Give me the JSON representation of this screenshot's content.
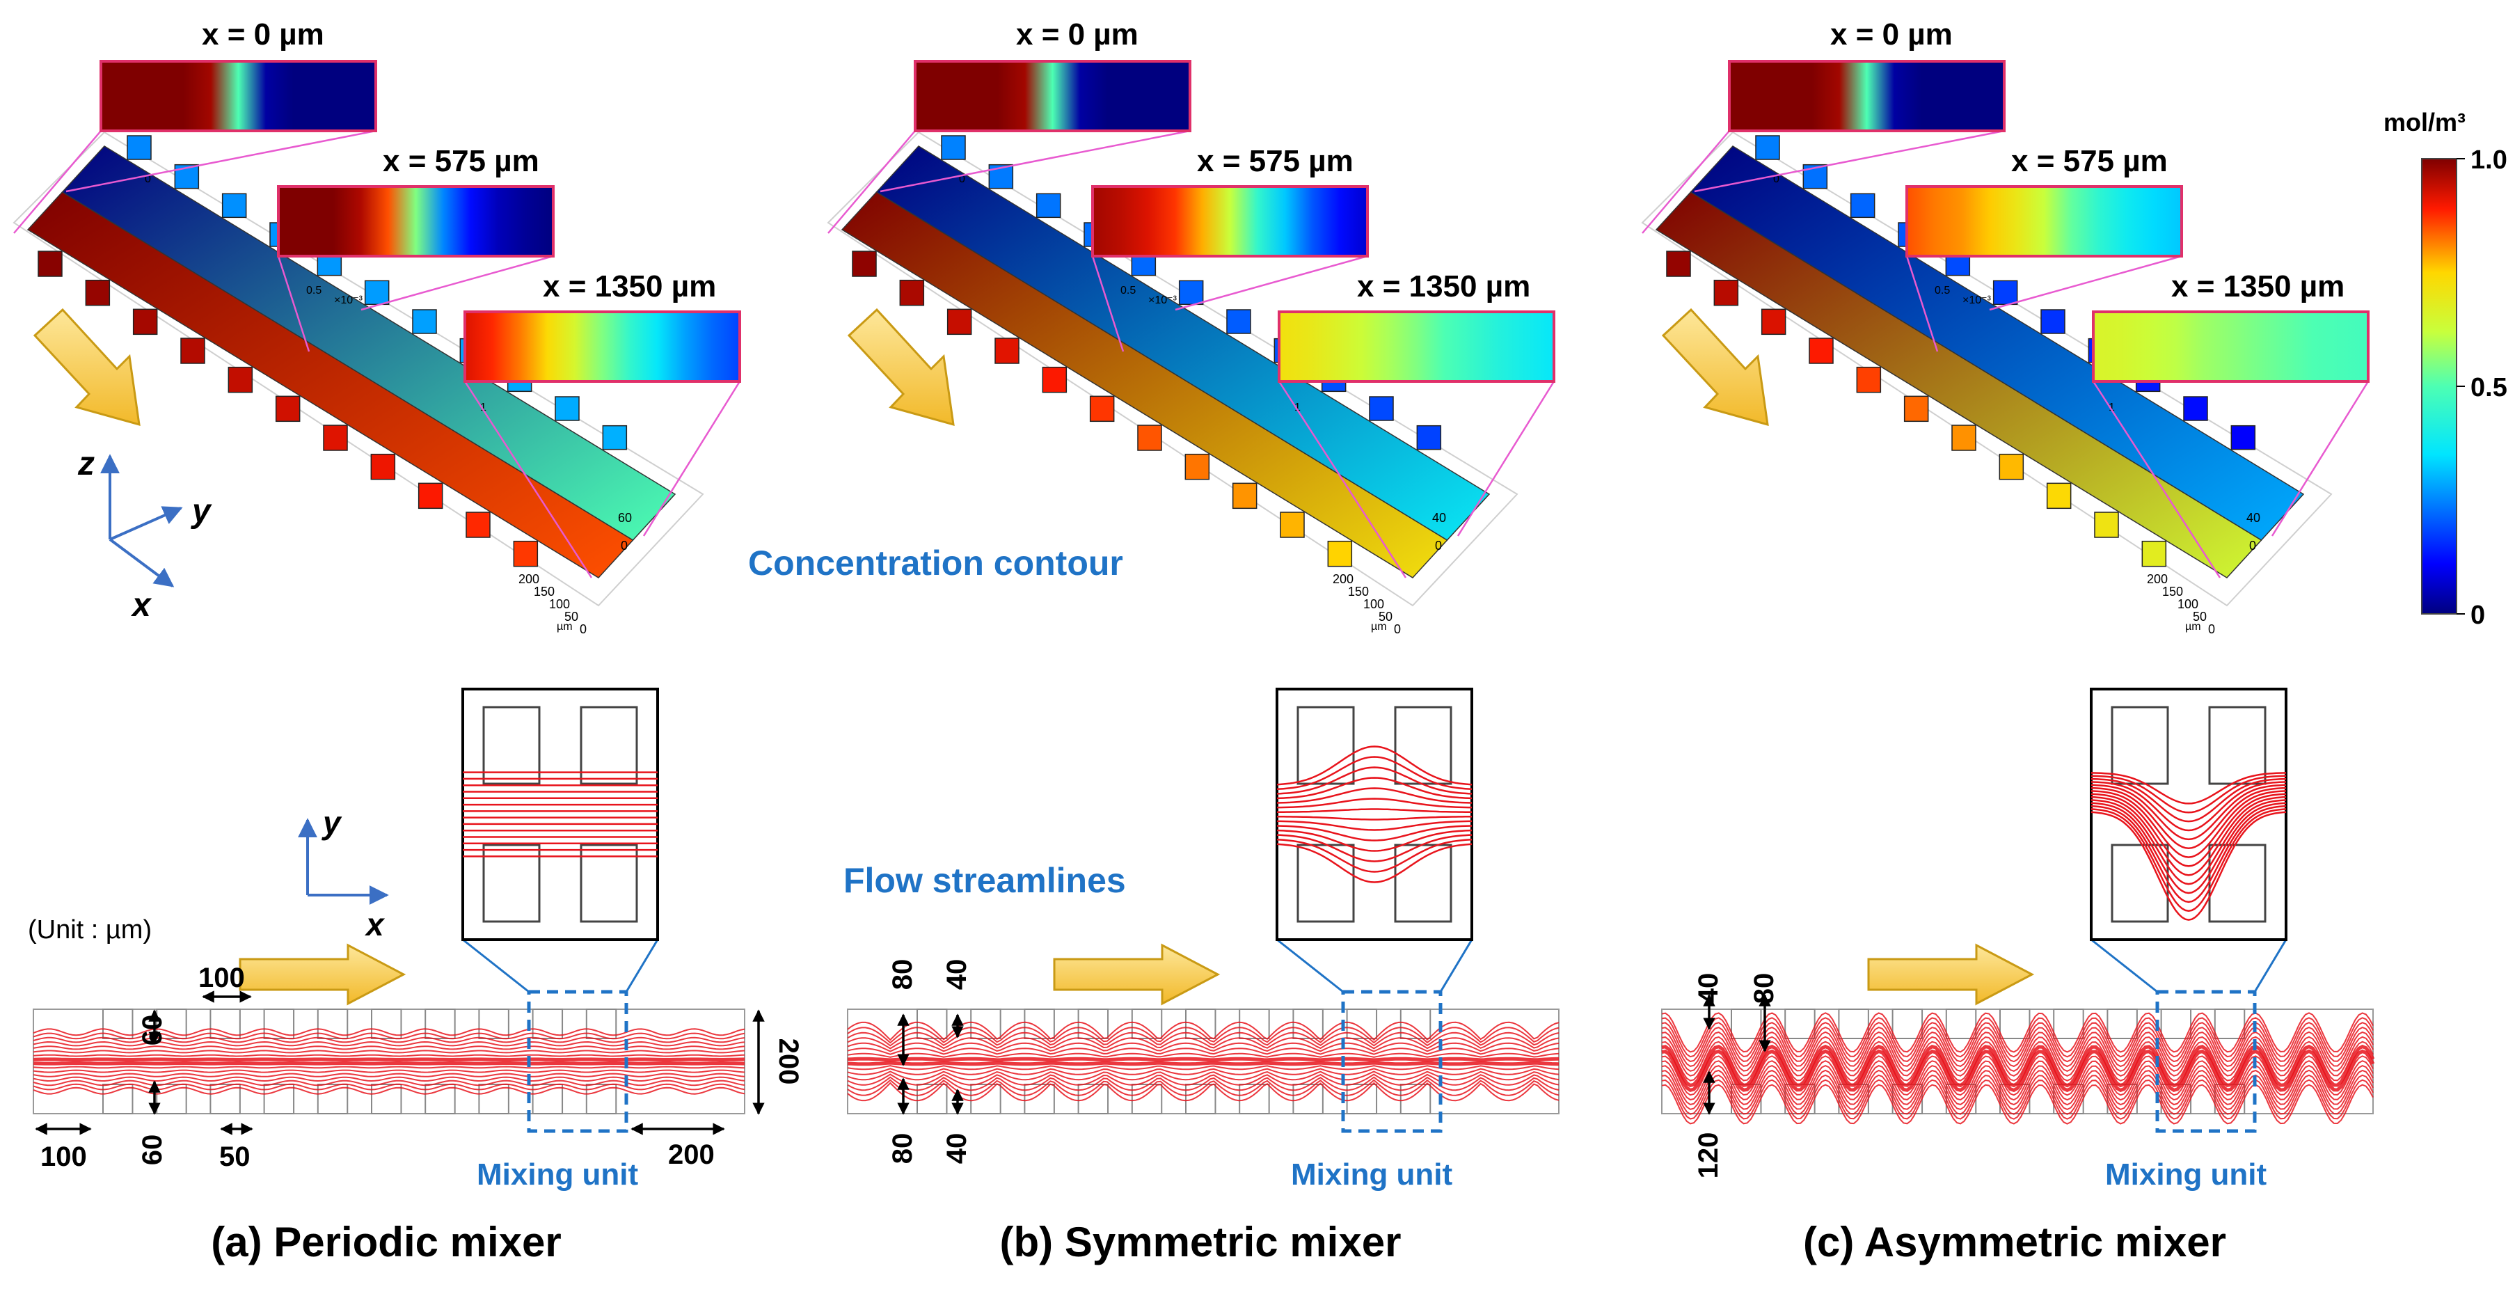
{
  "panels": [
    {
      "id": "a",
      "caption": "(a) Periodic mixer",
      "slices": [
        "x = 0 µm",
        "x = 575 µm",
        "x = 1350 µm"
      ],
      "slice_values": [
        [
          1.0,
          1.0,
          1.0,
          1.0,
          0.97,
          0.5,
          0.03,
          0.0,
          0.0,
          0.0,
          0.0
        ],
        [
          1.0,
          1.0,
          1.0,
          0.96,
          0.85,
          0.55,
          0.25,
          0.12,
          0.05,
          0.02,
          0.0
        ],
        [
          0.92,
          0.88,
          0.82,
          0.74,
          0.65,
          0.55,
          0.45,
          0.36,
          0.28,
          0.22,
          0.18
        ]
      ],
      "channel_start_value": 1.0,
      "channel_end_value": 0.85,
      "axis_ticks": {
        "width": [
          "0",
          "0.5",
          "1"
        ],
        "height": [
          "60",
          "0"
        ],
        "length": [
          "0",
          "50",
          "100",
          "150",
          "200"
        ],
        "unit": "µm",
        "scale": "×10⁻³"
      },
      "dims": {
        "unit": "(Unit : µm)",
        "groove_depth_top": "60",
        "groove_depth_bottom": "60",
        "groove_width": "100",
        "inlet_length": "100",
        "groove_spacing": "50",
        "outlet_length": "200",
        "channel_width": "200"
      },
      "mixing_label": "Mixing unit"
    },
    {
      "id": "b",
      "caption": "(b) Symmetric mixer",
      "slices": [
        "x = 0 µm",
        "x = 575 µm",
        "x = 1350 µm"
      ],
      "slice_values": [
        [
          1.0,
          1.0,
          1.0,
          1.0,
          0.97,
          0.5,
          0.03,
          0.0,
          0.0,
          0.0,
          0.0
        ],
        [
          0.97,
          0.95,
          0.92,
          0.87,
          0.78,
          0.62,
          0.45,
          0.32,
          0.2,
          0.12,
          0.07
        ],
        [
          0.72,
          0.7,
          0.67,
          0.63,
          0.59,
          0.55,
          0.5,
          0.46,
          0.42,
          0.39,
          0.36
        ]
      ],
      "channel_start_value": 1.0,
      "channel_end_value": 0.72,
      "axis_ticks": {
        "width": [
          "0",
          "0.5",
          "1"
        ],
        "height": [
          "40",
          "0"
        ],
        "length": [
          "0",
          "50",
          "100",
          "150",
          "200"
        ],
        "unit": "µm",
        "scale": "×10⁻³"
      },
      "dims": {
        "groove_depth_top_outer": "80",
        "groove_depth_top_inner": "40",
        "groove_depth_bottom_outer": "80",
        "groove_depth_bottom_inner": "40"
      },
      "mixing_label": "Mixing unit"
    },
    {
      "id": "c",
      "caption": "(c) Asymmetric mixer",
      "slices": [
        "x = 0 µm",
        "x = 575 µm",
        "x = 1350 µm"
      ],
      "slice_values": [
        [
          1.0,
          1.0,
          1.0,
          1.0,
          0.97,
          0.5,
          0.03,
          0.0,
          0.0,
          0.0,
          0.0
        ],
        [
          0.85,
          0.82,
          0.8,
          0.76,
          0.7,
          0.62,
          0.52,
          0.44,
          0.38,
          0.34,
          0.32
        ],
        [
          0.66,
          0.65,
          0.63,
          0.61,
          0.58,
          0.56,
          0.54,
          0.52,
          0.5,
          0.49,
          0.48
        ]
      ],
      "channel_start_value": 1.0,
      "channel_end_value": 0.64,
      "axis_ticks": {
        "width": [
          "0",
          "0.5",
          "1"
        ],
        "height": [
          "40",
          "0"
        ],
        "length": [
          "0",
          "50",
          "100",
          "150",
          "200"
        ],
        "unit": "µm",
        "scale": "×10⁻³"
      },
      "dims": {
        "groove_depth_top_outer": "40",
        "groove_depth_top_inner": "80",
        "groove_depth_bottom": "120"
      },
      "mixing_label": "Mixing unit"
    }
  ],
  "section_labels": {
    "contour": "Concentration contour",
    "streamlines": "Flow streamlines"
  },
  "axes_3d": {
    "z": "z",
    "y": "y",
    "x": "x"
  },
  "axes_2d": {
    "y": "y",
    "x": "x"
  },
  "colorbar": {
    "unit": "mol/m³",
    "ticks": [
      {
        "value": 1.0,
        "label": "1.0"
      },
      {
        "value": 0.5,
        "label": "0.5"
      },
      {
        "value": 0.0,
        "label": "0"
      }
    ],
    "range": [
      0,
      1
    ],
    "colormap": "rainbow"
  },
  "colors": {
    "slice_border": "#e0306a",
    "callout_line": "#e85ad0",
    "flow_arrow": "#f5c542",
    "mixing_box": "#1f73c6",
    "streamline": "#e8141c",
    "label_blue": "#1f73c6"
  }
}
